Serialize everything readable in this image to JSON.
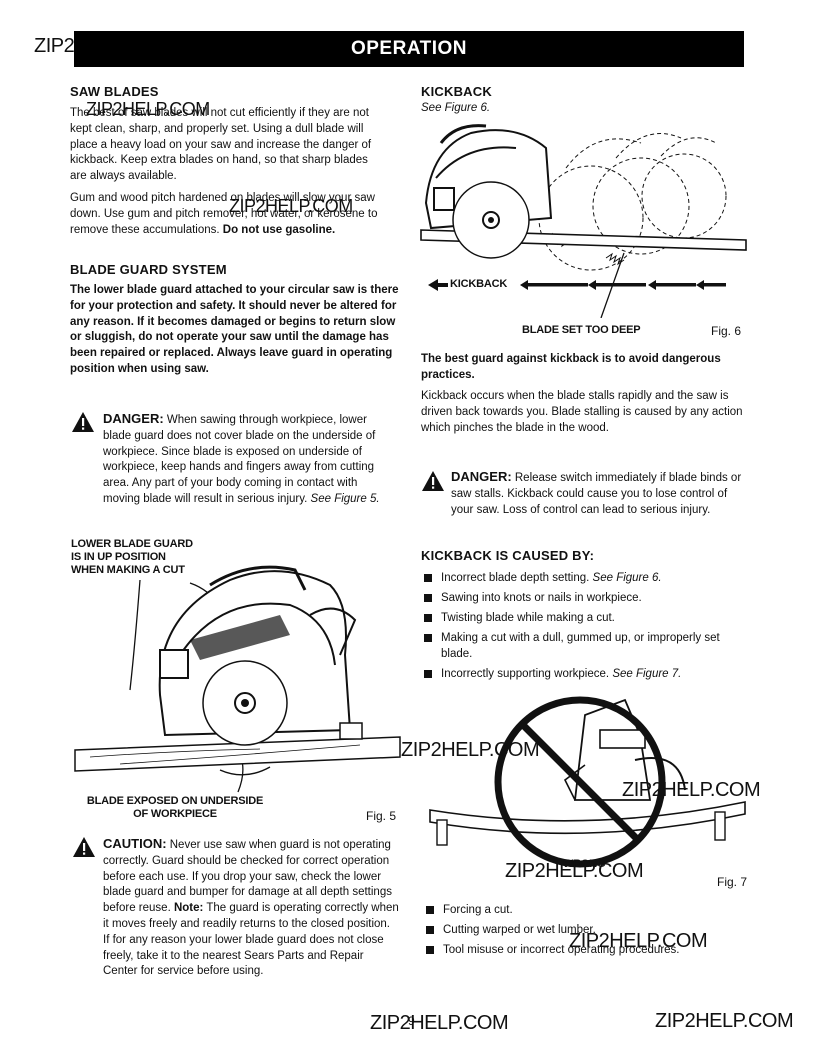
{
  "header": {
    "title": "OPERATION",
    "watermark_prefix": "ZIP2"
  },
  "watermarks": [
    "ZIP2HELP.COM",
    "ZIP2HELP.COM",
    "ZIP2HELP.COM",
    "ZIP2HELP.COM",
    "ZIP2HELP.COM",
    "ZIP2HELP.COM",
    "ZIP2HELP.COM",
    "ZIP2HELP.COM"
  ],
  "left": {
    "saw_blades": {
      "heading": "SAW BLADES",
      "p1": "The best of saw blades will not cut efficiently if they are not kept clean, sharp, and properly set. Using a dull blade will place a heavy load on your saw and increase the danger of kickback. Keep extra blades on hand, so that sharp blades are always available.",
      "p2": "Gum and wood pitch hardened on blades will slow your saw down. Use gum and pitch remover, hot water, or kerosene to remove these accumulations.",
      "p2_bold": "Do not use gasoline."
    },
    "blade_guard": {
      "heading": "BLADE GUARD SYSTEM",
      "text": "The lower blade guard attached to your circular saw is there for your protection and safety. It should never be altered for any reason. If it becomes damaged or begins to return slow or sluggish, do not operate your saw until the damage has been repaired or replaced. Always leave guard in operating position when using saw."
    },
    "danger1": {
      "label": "DANGER:",
      "text": "When sawing through workpiece, lower blade guard does not cover blade on the underside of workpiece. Since blade is exposed on underside of workpiece, keep hands and fingers away from cutting area. Any part of your body coming in contact with moving blade will result in serious injury.",
      "ref": "See Figure 5."
    },
    "fig5": {
      "label_top": "LOWER BLADE GUARD IS IN UP POSITION WHEN MAKING A CUT",
      "label_bottom": "BLADE EXPOSED ON UNDERSIDE OF WORKPIECE",
      "fig_label": "Fig. 5"
    },
    "caution": {
      "label": "CAUTION:",
      "text1": "Never use saw when guard is not operating correctly. Guard should be checked for correct operation before each use. If you drop your saw, check the lower blade guard and bumper for damage at all depth settings before reuse.",
      "note_label": "Note:",
      "text2": "The guard is operating correctly when it moves freely and readily returns to the closed position. If for any reason your lower blade guard does not close freely, take it to the nearest Sears Parts and Repair Center for service before using."
    }
  },
  "right": {
    "kickback": {
      "heading": "KICKBACK",
      "ref": "See Figure 6."
    },
    "fig6": {
      "kickback_label": "KICKBACK",
      "blade_label": "BLADE SET TOO DEEP",
      "fig_label": "Fig. 6"
    },
    "best_guard": "The best guard against kickback is to avoid dangerous practices.",
    "kickback_desc": "Kickback occurs when the blade stalls rapidly and the saw is driven back towards you. Blade stalling is caused by any action which pinches the blade in the wood.",
    "danger2": {
      "label": "DANGER:",
      "text": "Release switch immediately if blade binds or saw stalls. Kickback could cause you to lose control of your saw. Loss of control can lead to serious injury."
    },
    "caused_by": {
      "heading": "KICKBACK IS CAUSED BY:",
      "items": [
        {
          "text": "Incorrect blade depth setting.",
          "ref": "See Figure 6."
        },
        {
          "text": "Sawing into knots or nails in workpiece.",
          "ref": ""
        },
        {
          "text": "Twisting blade while making a cut.",
          "ref": ""
        },
        {
          "text": "Making a cut with a dull, gummed up, or improperly set blade.",
          "ref": ""
        },
        {
          "text": "Incorrectly supporting workpiece.",
          "ref": "See Figure 7."
        }
      ]
    },
    "fig7": {
      "wrong_label": "WRONG",
      "fig_label": "Fig. 7"
    },
    "more_causes": [
      "Forcing a cut.",
      "Cutting warped or wet lumber.",
      "Tool misuse or incorrect operating procedures."
    ]
  },
  "footer": {
    "page_number": "9"
  }
}
